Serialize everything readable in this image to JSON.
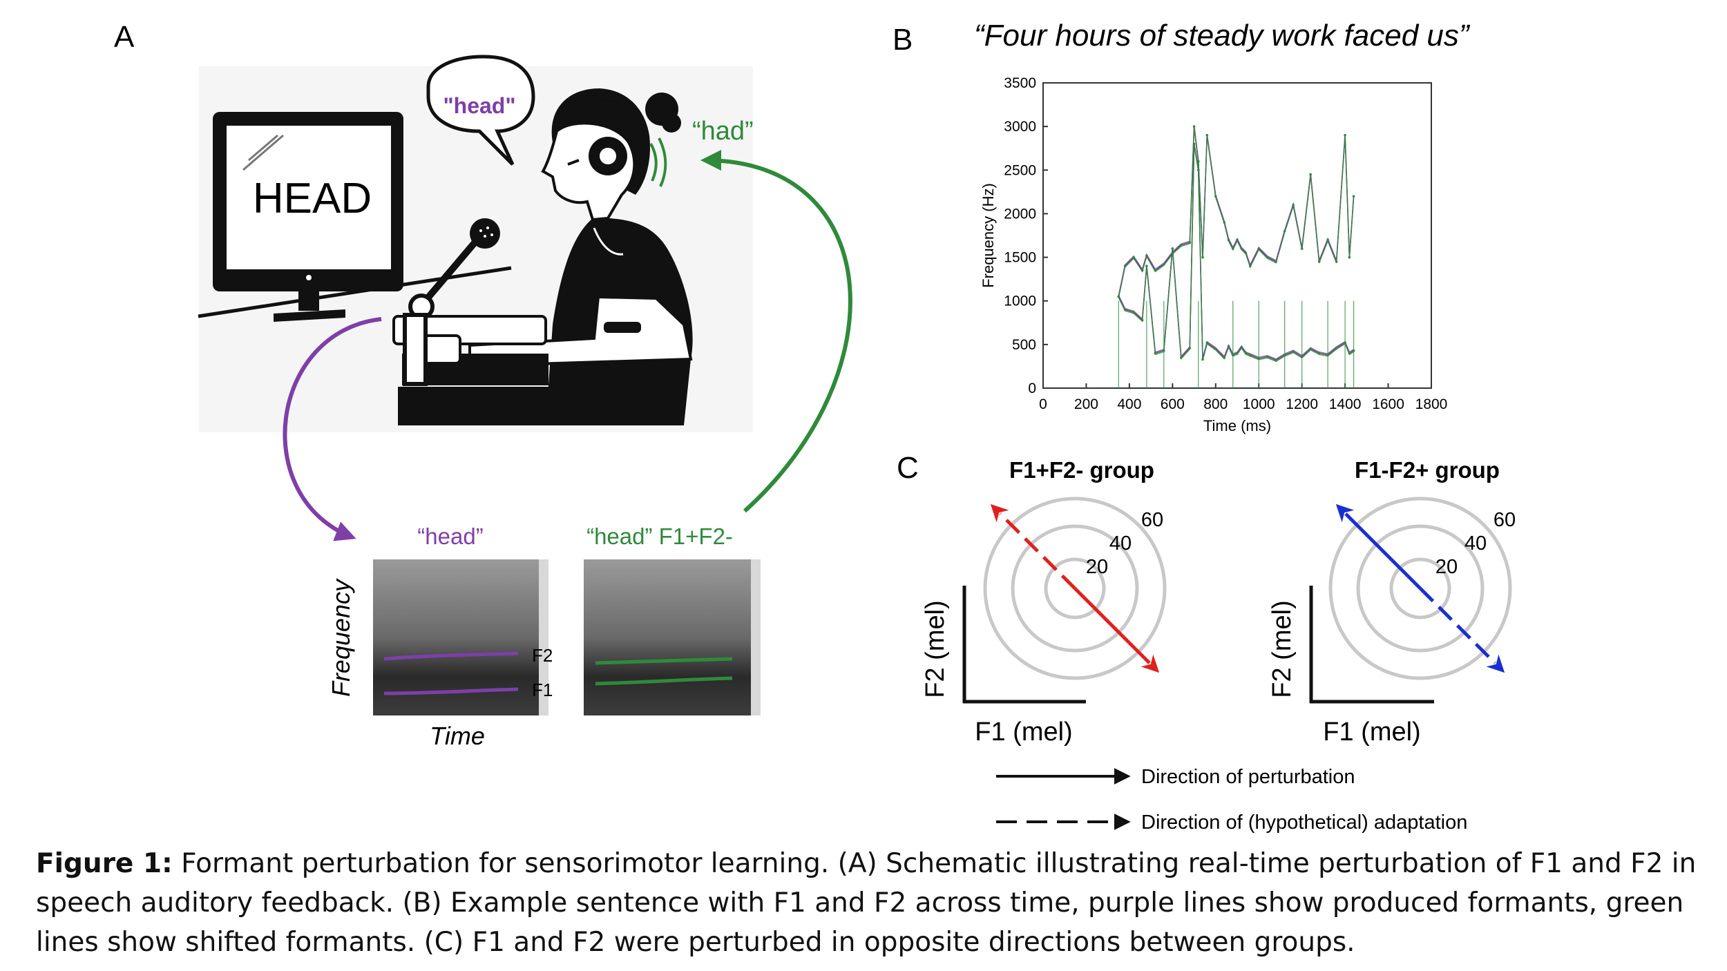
{
  "panels": {
    "a": {
      "letter": "A",
      "monitor_text": "HEAD",
      "speech_bubble": "\"head\"",
      "feedback_word": "“had”",
      "spectrograms": [
        {
          "title": "“head”",
          "color": "#7e3fa8"
        },
        {
          "title": "“head” F1+F2-",
          "color": "#2f8a3a"
        }
      ],
      "formant_labels": [
        "F2",
        "F1"
      ],
      "freq_label": "Frequency",
      "time_label": "Time",
      "colors": {
        "purple": "#7e3fa8",
        "green": "#2f8a3a"
      }
    },
    "b": {
      "letter": "B",
      "title": "“Four hours of steady work faced us”"
    },
    "c": {
      "letter": "C",
      "groups": [
        {
          "title": "F1+F2- group",
          "color": "#e02020",
          "rings": [
            "20",
            "40",
            "60"
          ],
          "xlabel": "F1 (mel)",
          "ylabel": "F2 (mel)"
        },
        {
          "title": "F1-F2+ group",
          "color": "#1a2fd0",
          "rings": [
            "20",
            "40",
            "60"
          ],
          "xlabel": "F1 (mel)",
          "ylabel": "F2 (mel)"
        }
      ],
      "legend": {
        "perturbation": "Direction of perturbation",
        "adaptation": "Direction of (hypothetical) adaptation"
      }
    }
  },
  "chart_data": {
    "type": "line",
    "title": "“Four hours of steady work faced us”",
    "xlabel": "Time (ms)",
    "ylabel": "Frequency (Hz)",
    "xlim": [
      0,
      1800
    ],
    "ylim": [
      0,
      3500
    ],
    "xticks": [
      0,
      200,
      400,
      600,
      800,
      1000,
      1200,
      1400,
      1600,
      1800
    ],
    "yticks": [
      0,
      500,
      1000,
      1500,
      2000,
      2500,
      3000,
      3500
    ],
    "grid": false,
    "x": [
      350,
      380,
      420,
      460,
      480,
      520,
      560,
      600,
      640,
      680,
      700,
      720,
      740,
      760,
      800,
      840,
      860,
      880,
      900,
      920,
      940,
      960,
      1000,
      1040,
      1080,
      1120,
      1160,
      1200,
      1240,
      1280,
      1320,
      1360,
      1400,
      1420,
      1440
    ],
    "series": [
      {
        "name": "F1",
        "values": [
          1050,
          900,
          870,
          780,
          1400,
          400,
          430,
          1600,
          350,
          460,
          2800,
          2500,
          330,
          520,
          450,
          350,
          480,
          380,
          400,
          470,
          400,
          380,
          340,
          360,
          320,
          380,
          420,
          360,
          450,
          400,
          380,
          460,
          520,
          400,
          430
        ]
      },
      {
        "name": "F2",
        "values": [
          1050,
          1400,
          1500,
          1350,
          1520,
          1350,
          1420,
          1550,
          1640,
          1670,
          3000,
          2600,
          1500,
          2900,
          2200,
          1900,
          1700,
          1600,
          1700,
          1600,
          1550,
          1400,
          1600,
          1500,
          1450,
          1800,
          2100,
          1600,
          2450,
          1450,
          1700,
          1450,
          2900,
          1500,
          2200
        ]
      }
    ]
  },
  "caption": {
    "label": "Figure 1:",
    "text": " Formant perturbation for sensorimotor learning. (A) Schematic illustrating real-time perturbation of F1 and F2 in speech auditory feedback. (B) Example sentence with F1 and F2 across time, purple lines show produced formants, green lines show shifted formants. (C) F1 and F2 were perturbed in opposite directions between groups."
  }
}
